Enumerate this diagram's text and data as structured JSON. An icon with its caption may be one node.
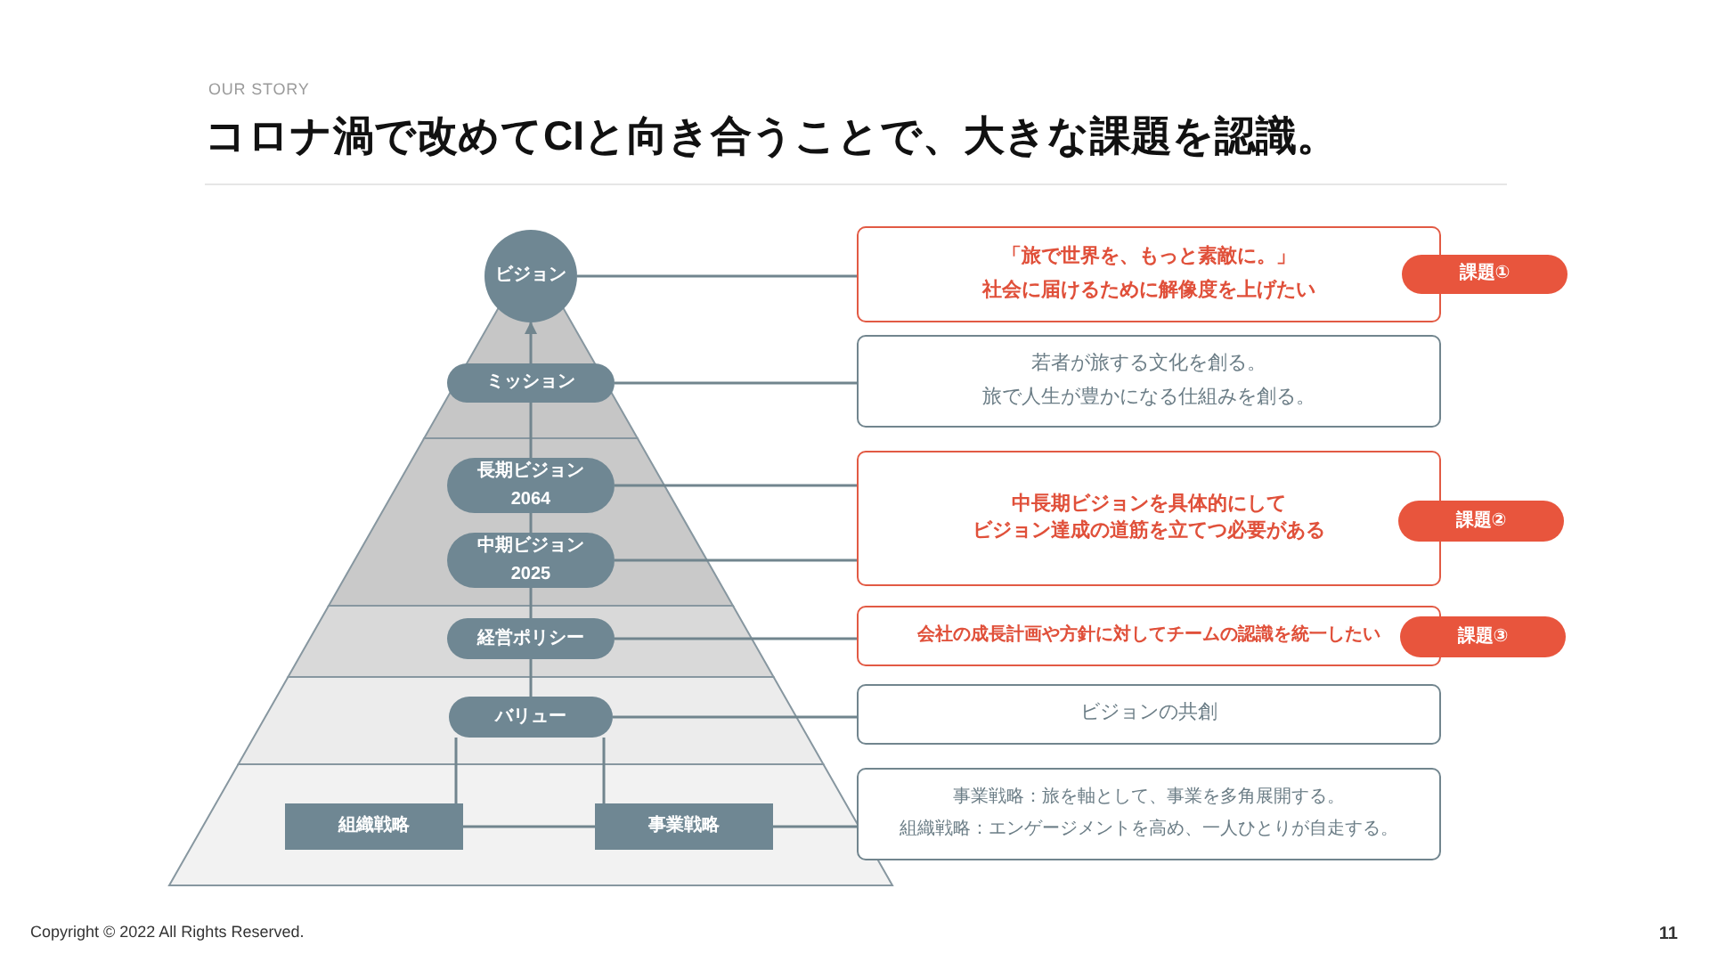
{
  "diagram": {
    "title": "コロナ渦で改めてCIと向き合うことで、大きな課題を認識。",
    "nodes": [
      {
        "text": [
          "ビジョン"
        ]
      },
      {
        "text": [
          "ミッション"
        ]
      },
      {
        "text": [
          "長期ビジョン",
          "2064"
        ]
      },
      {
        "text": [
          "中期ビジョン",
          "2025"
        ]
      },
      {
        "text": [
          "経営ポリシー"
        ]
      },
      {
        "text": [
          "バリュー"
        ]
      },
      {
        "text": [
          "組織戦略"
        ]
      },
      {
        "text": [
          "事業戦略"
        ]
      },
      {
        "text": [
          "「旅で世界を、もっと素敵に。」",
          "社会に届けるために解像度を上げたい"
        ]
      },
      {
        "text": [
          "若者が旅する文化を創る。",
          "旅で人生が豊かになる仕組みを創る。"
        ]
      },
      {
        "text": [
          "中長期ビジョンを具体的にしてビジョン達成の道筋を立てつ必要がある"
        ]
      },
      {
        "text": [
          "会社の成長計画や方針に対してチームの認識を統一したい"
        ]
      },
      {
        "text": [
          "ビジョンの共創"
        ]
      },
      {
        "text": [
          "事業戦略：旅を軸として、事業を多角展開する。",
          "組織戦略：エンゲージメントを高め、一人ひとりが自走する。"
        ]
      },
      {
        "text": [
          "課題①"
        ]
      },
      {
        "text": [
          "課題②"
        ]
      },
      {
        "text": [
          "課題③"
        ]
      }
    ],
    "edges": [
      {
        "from": 1,
        "to": 0,
        "arrow": "to"
      },
      {
        "from": 2,
        "to": 1,
        "arrow": "none"
      },
      {
        "from": 3,
        "to": 2,
        "arrow": "none"
      },
      {
        "from": 4,
        "to": 3,
        "arrow": "none"
      },
      {
        "from": 5,
        "to": 4,
        "arrow": "none"
      },
      {
        "from": 6,
        "to": 5,
        "arrow": "none"
      },
      {
        "from": 7,
        "to": 5,
        "arrow": "none"
      },
      {
        "from": 6,
        "to": 7,
        "arrow": "none"
      },
      {
        "from": 0,
        "to": 8,
        "arrow": "none"
      },
      {
        "from": 1,
        "to": 9,
        "arrow": "none"
      },
      {
        "from": 2,
        "to": 10,
        "arrow": "none"
      },
      {
        "from": 3,
        "to": 10,
        "arrow": "none"
      },
      {
        "from": 4,
        "to": 11,
        "arrow": "none"
      },
      {
        "from": 5,
        "to": 12,
        "arrow": "none"
      },
      {
        "from": 7,
        "to": 13,
        "arrow": "none"
      }
    ],
    "labels": [
      "OUR STORY",
      "Copyright © 2022 All Rights Reserved.",
      "11"
    ]
  }
}
